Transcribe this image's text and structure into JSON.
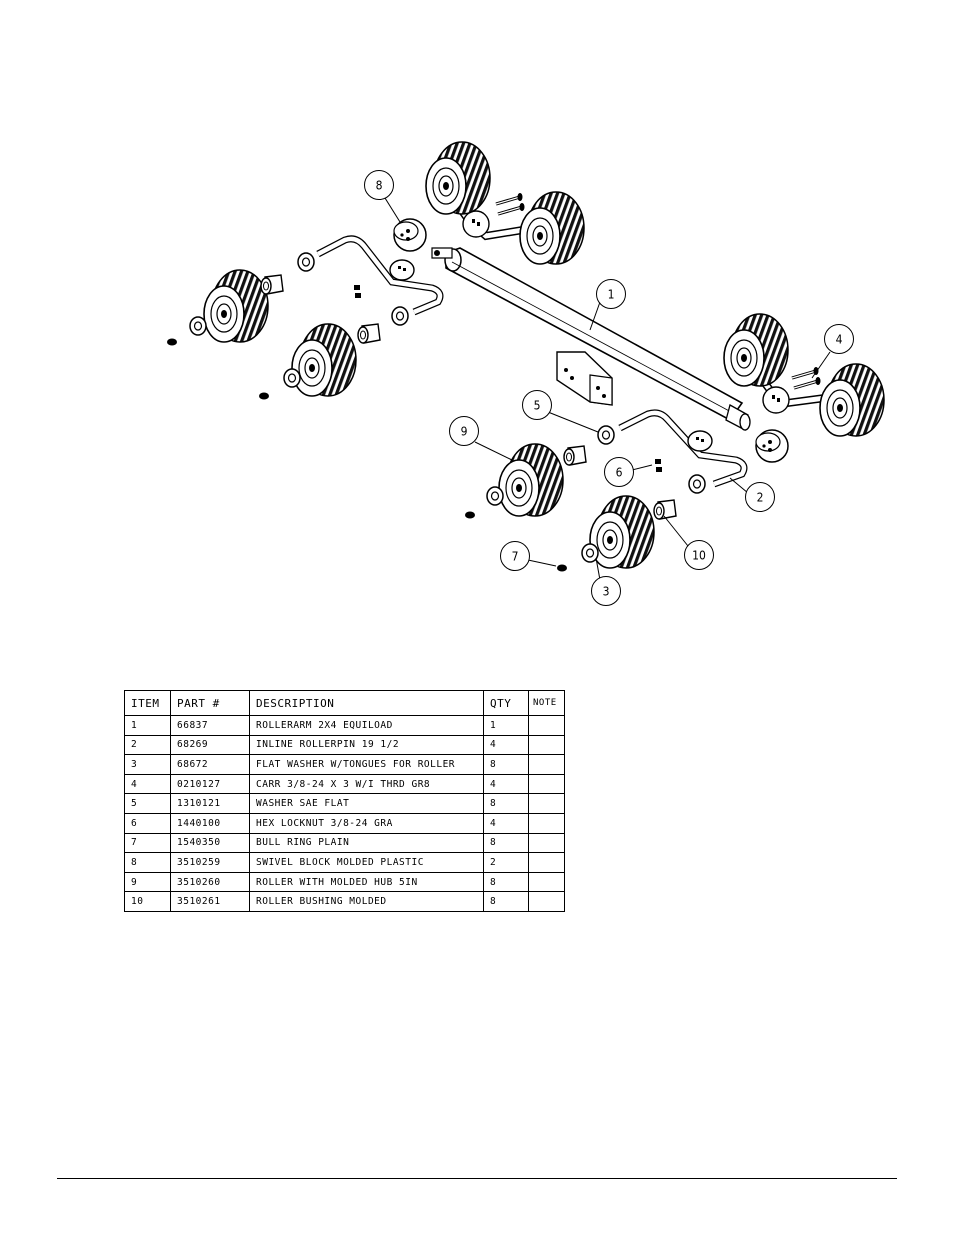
{
  "callouts": [
    "1",
    "2",
    "3",
    "4",
    "5",
    "6",
    "7",
    "8",
    "9",
    "10"
  ],
  "parts_table": {
    "headers": [
      "ITEM",
      "PART #",
      "DESCRIPTION",
      "QTY",
      "NOTE"
    ],
    "rows": [
      [
        "1",
        "66837",
        "ROLLERARM  2X4 EQUILOAD",
        "1",
        ""
      ],
      [
        "2",
        "68269",
        "INLINE ROLLERPIN 19 1/2",
        "4",
        ""
      ],
      [
        "3",
        "68672",
        "FLAT WASHER W/TONGUES FOR ROLLER",
        "8",
        ""
      ],
      [
        "4",
        "0210127",
        "CARR 3/8-24 X 3 W/I THRD GR8",
        "4",
        ""
      ],
      [
        "5",
        "1310121",
        "WASHER SAE FLAT",
        "8",
        ""
      ],
      [
        "6",
        "1440100",
        "HEX LOCKNUT 3/8-24 GRA",
        "4",
        ""
      ],
      [
        "7",
        "1540350",
        "BULL RING PLAIN",
        "8",
        ""
      ],
      [
        "8",
        "3510259",
        "SWIVEL BLOCK MOLDED PLASTIC",
        "2",
        ""
      ],
      [
        "9",
        "3510260",
        "ROLLER WITH MOLDED HUB  5IN",
        "8",
        ""
      ],
      [
        "10",
        "3510261",
        "ROLLER BUSHING MOLDED",
        "8",
        ""
      ]
    ]
  }
}
